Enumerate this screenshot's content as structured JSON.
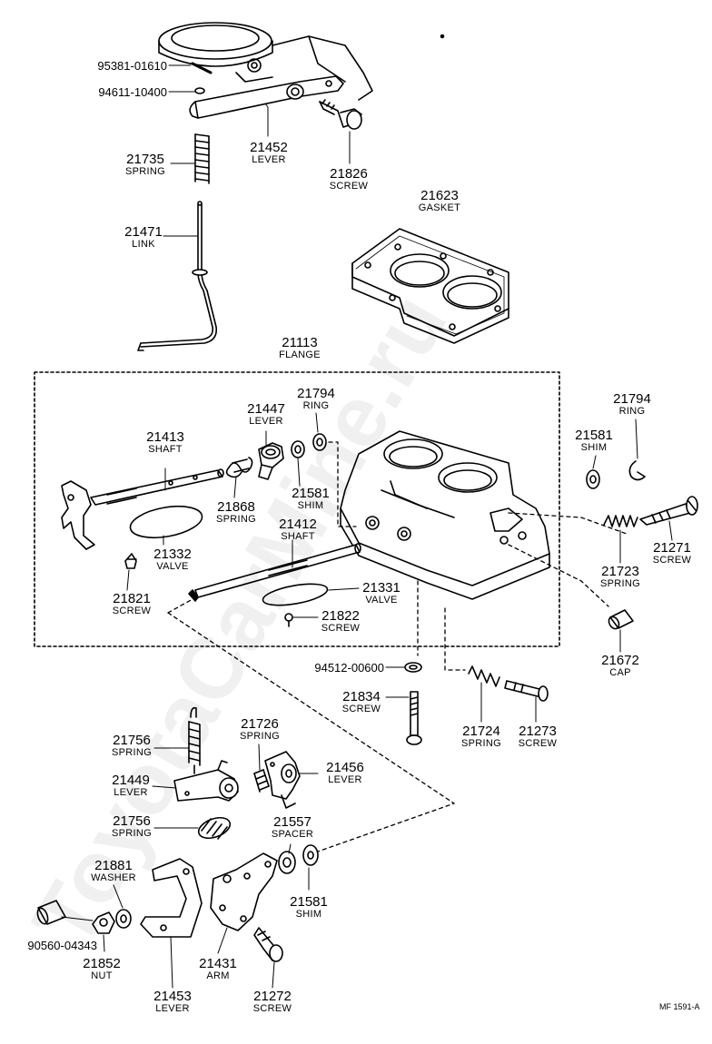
{
  "watermark": "ToyotaCarMine.ru",
  "footer_code": "MF 1591-A",
  "parts": [
    {
      "id": "p21735",
      "number": "21735",
      "name": "SPRING"
    },
    {
      "id": "p21452",
      "number": "21452",
      "name": "LEVER"
    },
    {
      "id": "p21826",
      "number": "21826",
      "name": "SCREW"
    },
    {
      "id": "p21623",
      "number": "21623",
      "name": "GASKET"
    },
    {
      "id": "p21471",
      "number": "21471",
      "name": "LINK"
    },
    {
      "id": "p21113",
      "number": "21113",
      "name": "FLANGE"
    },
    {
      "id": "p21447",
      "number": "21447",
      "name": "LEVER"
    },
    {
      "id": "p21794a",
      "number": "21794",
      "name": "RING"
    },
    {
      "id": "p21794b",
      "number": "21794",
      "name": "RING"
    },
    {
      "id": "p21413",
      "number": "21413",
      "name": "SHAFT"
    },
    {
      "id": "p21581a",
      "number": "21581",
      "name": "SHIM"
    },
    {
      "id": "p21581b",
      "number": "21581",
      "name": "SHIM"
    },
    {
      "id": "p21581c",
      "number": "21581",
      "name": "SHIM"
    },
    {
      "id": "p21868",
      "number": "21868",
      "name": "SPRING"
    },
    {
      "id": "p21412",
      "number": "21412",
      "name": "SHAFT"
    },
    {
      "id": "p21332",
      "number": "21332",
      "name": "VALVE"
    },
    {
      "id": "p21331",
      "number": "21331",
      "name": "VALVE"
    },
    {
      "id": "p21821",
      "number": "21821",
      "name": "SCREW"
    },
    {
      "id": "p21822",
      "number": "21822",
      "name": "SCREW"
    },
    {
      "id": "p21723",
      "number": "21723",
      "name": "SPRING"
    },
    {
      "id": "p21271",
      "number": "21271",
      "name": "SCREW"
    },
    {
      "id": "p21672",
      "number": "21672",
      "name": "CAP"
    },
    {
      "id": "p21834",
      "number": "21834",
      "name": "SCREW"
    },
    {
      "id": "p21724",
      "number": "21724",
      "name": "SPRING"
    },
    {
      "id": "p21273",
      "number": "21273",
      "name": "SCREW"
    },
    {
      "id": "p21756a",
      "number": "21756",
      "name": "SPRING"
    },
    {
      "id": "p21726",
      "number": "21726",
      "name": "SPRING"
    },
    {
      "id": "p21456",
      "number": "21456",
      "name": "LEVER"
    },
    {
      "id": "p21449",
      "number": "21449",
      "name": "LEVER"
    },
    {
      "id": "p21756b",
      "number": "21756",
      "name": "SPRING"
    },
    {
      "id": "p21557",
      "number": "21557",
      "name": "SPACER"
    },
    {
      "id": "p21881",
      "number": "21881",
      "name": "WASHER"
    },
    {
      "id": "p21852",
      "number": "21852",
      "name": "NUT"
    },
    {
      "id": "p21431",
      "number": "21431",
      "name": "ARM"
    },
    {
      "id": "p21453",
      "number": "21453",
      "name": "LEVER"
    },
    {
      "id": "p21272",
      "number": "21272",
      "name": "SCREW"
    }
  ],
  "refs": [
    {
      "id": "r95381",
      "number": "95381-01610"
    },
    {
      "id": "r94611",
      "number": "94611-10400"
    },
    {
      "id": "r94512",
      "number": "94512-00600"
    },
    {
      "id": "r90560",
      "number": "90560-04343"
    }
  ]
}
